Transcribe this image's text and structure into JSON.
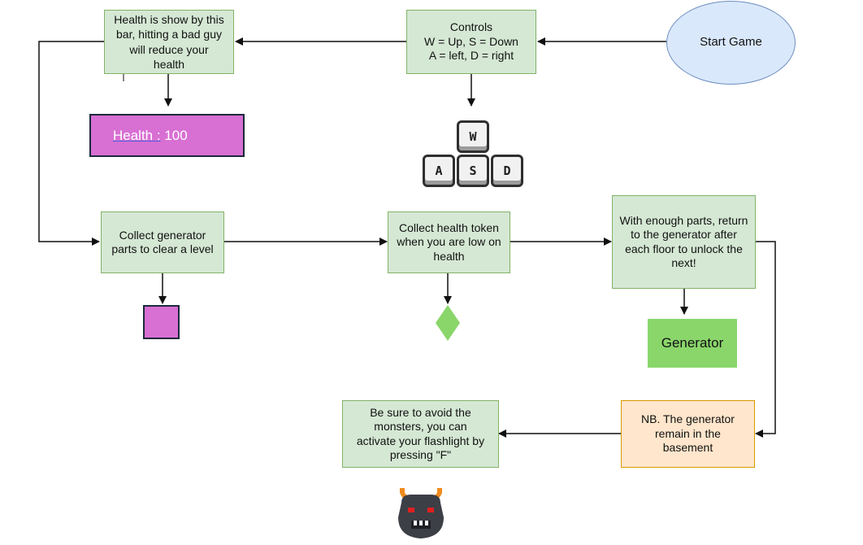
{
  "nodes": {
    "start": "Start Game",
    "controls": "Controls\nW = Up, S = Down\nA = left, D = right",
    "health_info": "Health is show by this\nbar, hitting a bad guy\nwill reduce your\nhealth",
    "health_bar_label": "Health :",
    "health_bar_value": " 100",
    "collect_parts": "Collect generator\nparts to clear a level",
    "collect_token": "Collect health token\nwhen you are low on\nhealth",
    "enough_parts": "With enough parts, return\nto the generator after\neach floor to unlock the\nnext!",
    "generator": "Generator",
    "nb": "NB. The generator\nremain in the\nbasement",
    "avoid": "Be sure to avoid the\nmonsters, you can\nactivate your flashlight by\npressing \"F\""
  },
  "keys": [
    "W",
    "A",
    "S",
    "D"
  ],
  "colors": {
    "green_fill": "#d5e8d4",
    "green_stroke": "#82b366",
    "orange_fill": "#ffe6cc",
    "orange_stroke": "#d79b00",
    "start_fill": "#dae8fc",
    "start_stroke": "#6c8ebf",
    "health_pink": "#d86fd3",
    "generator_green": "#8ad66b",
    "token_green": "#8ad66b"
  },
  "icons": [
    "wasd-keys-icon",
    "health-token-diamond-icon",
    "generator-part-square-icon",
    "monster-icon"
  ]
}
